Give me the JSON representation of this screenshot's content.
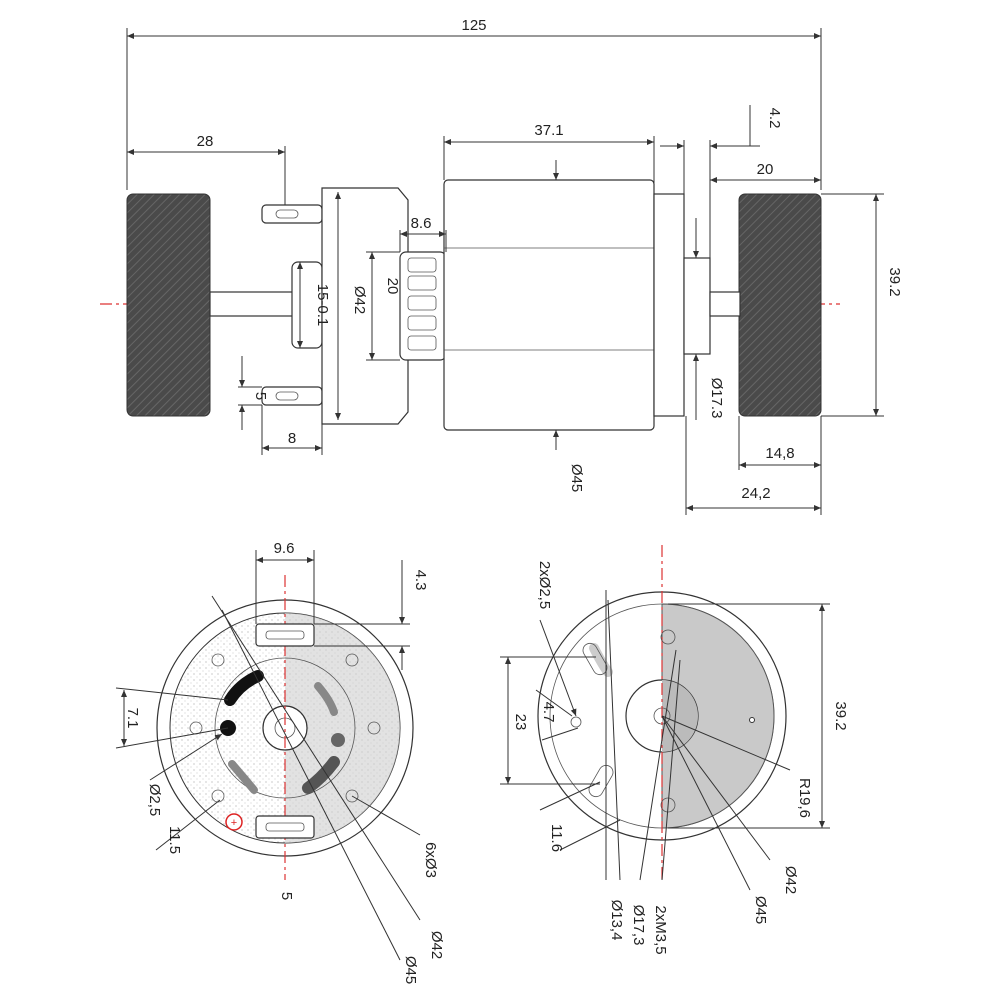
{
  "side_view": {
    "overall_length": "125",
    "left_wheel_width": "28",
    "body_length": "37.1",
    "flange_thickness": "4.2",
    "right_offset": "20",
    "brush_width": "8.6",
    "commutator_dia": "20",
    "boss_dia": "15-0.1",
    "cap_dia": "Ø42",
    "tab_width": "5",
    "tab_length": "8",
    "wheel_dia": "39.2",
    "shaft_boss_dia": "Ø17.3",
    "body_dia": "Ø45",
    "wheel_width": "14,8",
    "wheel_to_flange": "24,2"
  },
  "rear_view": {
    "terminal_spacing": "9.6",
    "terminal_offset": "4.3",
    "hole_offset": "7.1",
    "small_hole_dia": "Ø2,5",
    "hole_pitch": "11.5",
    "vent_holes": "6xØ3",
    "tab_thickness": "5",
    "cap_dia": "Ø42",
    "body_dia": "Ø45"
  },
  "front_view": {
    "pilot_holes": "2xØ2,5",
    "hole_offset": "4.7",
    "slot_span": "23",
    "slot_pitch": "11.6",
    "arc_radius": "R19,6",
    "wheel_dia": "39.2",
    "inner_dia": "Ø13,4",
    "boss_dia": "Ø17,3",
    "mount_holes": "2xM3,5",
    "body_dia": "Ø45",
    "cap_dia": "Ø42"
  }
}
